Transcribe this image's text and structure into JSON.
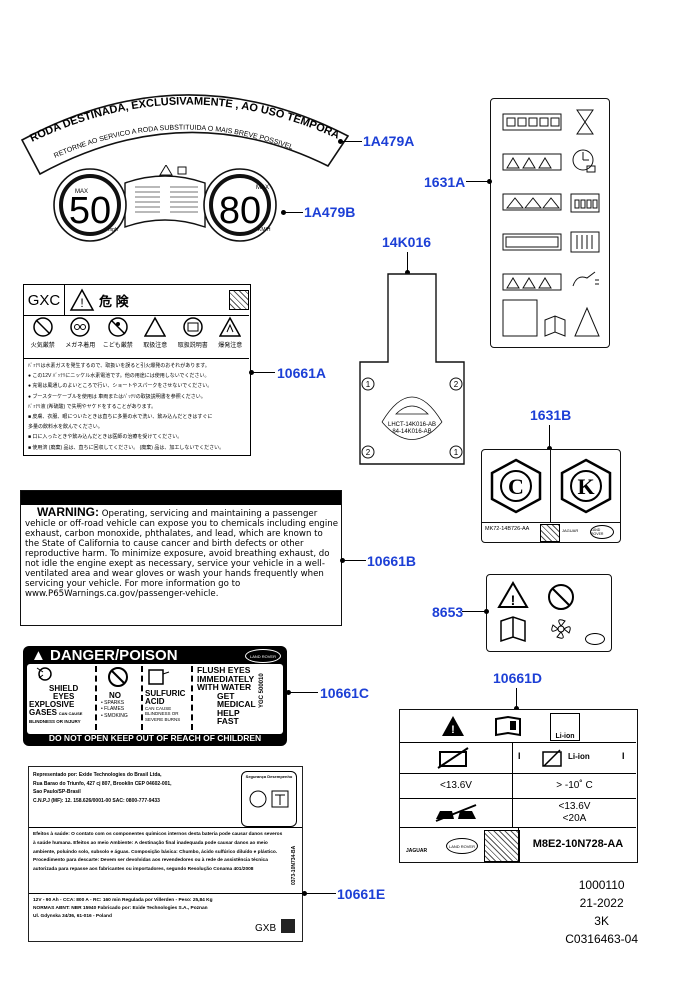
{
  "labels": {
    "a1": "1A479A",
    "a2": "1A479B",
    "k": "14K016",
    "c1631a": "1631A",
    "b10661a": "10661A",
    "c1631b": "1631B",
    "b10661b": "10661B",
    "c8653": "8653",
    "b10661c": "10661C",
    "b10661d": "10661D",
    "b10661e": "10661E"
  },
  "arc": {
    "top": "RODA DESTINADA, EXCLUSIVAMENTE , AO USO TEMPORARIO",
    "bottom": "RETORNE AO SERVICO A RODA SUBSTITUIDA O MAIS BREVE POSSIVEL"
  },
  "speed": {
    "left": "50",
    "right": "80",
    "max": "MAX",
    "left_unit": "mph",
    "right_unit": "KM/H"
  },
  "k_label": {
    "line1": "LHCT-14K016-AB",
    "line2": "84-14K016-AB"
  },
  "gxc": {
    "code": "GXC",
    "title": "危 険",
    "icons": [
      "火気厳禁",
      "メガネ着用",
      "こども厳禁",
      "取扱注意",
      "取扱説明書",
      "爆発注意"
    ],
    "lines": [
      "ﾊﾞｯﾃﾘは水素ガスを発生するので、取扱いを誤ると引火爆発のおそれがあります。",
      "● この12V ﾊﾞｯﾃﾘにニッケル水素電池です。他の用途には使用しないでください。",
      "● 充電は風通しのよいところで行い、ショートやスパークをさせないでください。",
      "● ブースターケーブルを使用は 車両またはﾊﾞｯﾃﾘの取扱説明書を参照ください。",
      "ﾊﾞｯﾃﾘ液 (希硫酸) で失明やヤケドをすることがあります。",
      "■ 皮膚、衣服、眼についたときは直ちに多量の水で洗い、飲み込んだときはすぐに",
      "多量の飲料水を飲んでください。",
      "■ 口に入ったときや飲み込んだときは医師の治療を受けてください。",
      "■ 使用済 (廃棄) 品は、直ちに回収してください。 (廃棄) 品は、加工しないでください。"
    ]
  },
  "warning": {
    "title": "WARNING:",
    "text": "Operating, servicing and maintaining a passenger vehicle or off-road vehicle can expose you to chemicals including engine exhaust, carbon monoxide, phthalates, and lead, which are known to the State of California to cause cancer and birth defects or other reproductive harm. To minimize exposure, avoid breathing exhaust, do not idle the engine exept as necessary, service your vehicle in a well-ventilated area and wear gloves or wash your hands frequently when servicing your vehicle. For more information go to www.P65Warnings.ca.gov/passenger-vehicle."
  },
  "danger": {
    "title": "DANGER/POISON",
    "brand": "LAND ROVER",
    "c1_a": "SHIELD",
    "c1_b": "EYES",
    "c1_c": "EXPLOSIVE",
    "c1_d": "GASES",
    "c1_e": "CAN CAUSE",
    "c1_f": "BLINDNESS OR INJURY",
    "c2_a": "NO",
    "c2_b": "• SPARKS",
    "c2_c": "• FLAMES",
    "c2_d": "• SMOKING",
    "c3_a": "SULFURIC",
    "c3_b": "ACID",
    "c3_c": "CAN CAUSE",
    "c3_d": "BLINDNESS OR",
    "c3_e": "SEVERE BURNS",
    "c4_a": "FLUSH EYES",
    "c4_b": "IMMEDIATELY",
    "c4_c": "WITH WATER",
    "c4_d": "GET",
    "c4_e": "MEDICAL",
    "c4_f": "HELP",
    "c4_g": "FAST",
    "code": "YGC 500010",
    "bottom": "DO NOT OPEN KEEP OUT OF REACH OF CHILDREN"
  },
  "c1631b": {
    "left": "C",
    "right": "K",
    "code": "MK72-14B726-AA",
    "brand1": "JAGUAR",
    "brand2": "LAND ROVER"
  },
  "d10661d": {
    "liion": "Li-ion",
    "r2_left": "I",
    "r2_right": "I",
    "r3_left": "<13.6V",
    "r3_right": "> -10˚ C",
    "r4_a": "<13.6V",
    "r4_b": "<20A",
    "jaguar": "JAGUAR",
    "landrover": "LAND ROVER",
    "code": "M8E2-10N728-AA"
  },
  "e10661": {
    "h1": "Representado por: Exide Technologies do Brasil Ltda,",
    "h2": "Rua Barao do Triunfo, 427 cj 807, Brooklin CEP 04602-001,",
    "h3": "Sao Paulo/SP-Brasil",
    "h4": "C.N.P.J (MF): 12. 158.626/0001-00 SAC: 0800-777-9433",
    "seg": "Segurança Desempenho",
    "p": "Efeitos à saúde: O contato com os componentes químicos internos desta bateria pode causar danos severos à saúde humana. Efeitos ao meio Ambiente: A destinação final inadequada pode causar danos ao meio ambiente, poluindo solo, subsolo e águas. Composição básica: Chumbo, ácido sulfúrico diluído e plástico. Procedimento para descarte: Devem ser devolvidas aos revendedores ou à rede de assistência técnica autorizada para repasse aos fabricantes ou importadores, segundo Resolução Conama 401/2008",
    "side": "0373-10N734-BA",
    "f1": "12V - 90 Ah - CCA: 800 A - RC: 160 min Regulada por Villerden - Peso: 25,84 Kg",
    "f2": "NORMAS ABNT: NBR 15940 Fabricado por: Exide Technologies S.A., Poznan",
    "f3": "Ul. Gdynska 34/36, 61-016 - Poland",
    "gxb": "GXB"
  },
  "footer": {
    "l1": "1000110",
    "l2": "21-2022",
    "l3": "3K",
    "l4": "C0316463-04"
  }
}
